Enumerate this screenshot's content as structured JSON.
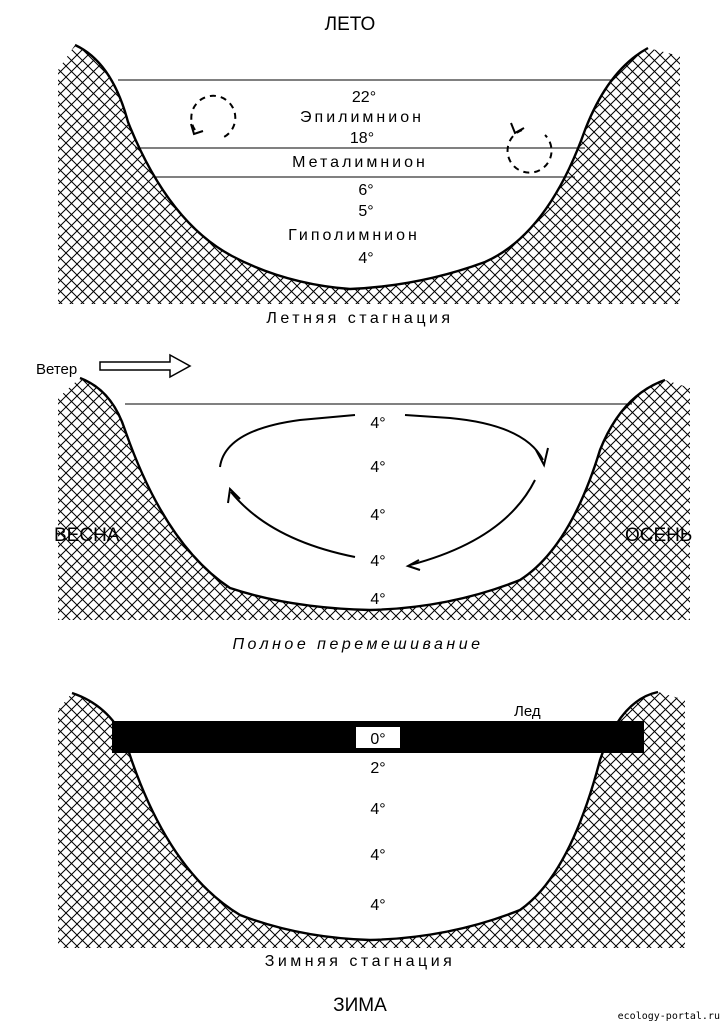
{
  "summer": {
    "season": "ЛЕТО",
    "temps": [
      "22°",
      "18°",
      "6°",
      "5°",
      "4°"
    ],
    "layers": {
      "epilimnion": "Эпилимнион",
      "metalimnion": "Металимнион",
      "hypolimnion": "Гиполимнион"
    },
    "caption": "Летняя стагнация"
  },
  "spring_autumn": {
    "wind": "Ветер",
    "spring": "ВЕСНА",
    "autumn": "ОСЕНЬ",
    "temps": [
      "4°",
      "4°",
      "4°",
      "4°",
      "4°"
    ],
    "caption": "Полное перемешивание"
  },
  "winter": {
    "ice": "Лед",
    "ice_temp": "0°",
    "temps": [
      "2°",
      "4°",
      "4°",
      "4°"
    ],
    "caption": "Зимняя стагнация",
    "season": "ЗИМА"
  },
  "watermark": "ecology-portal.ru"
}
